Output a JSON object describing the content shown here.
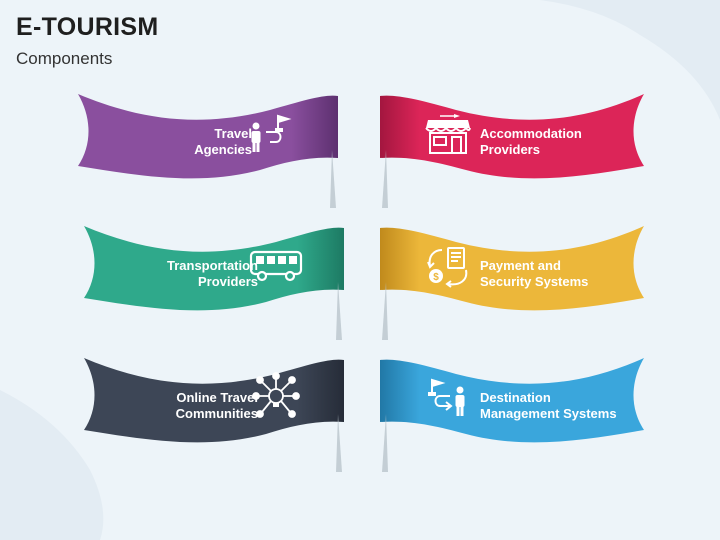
{
  "header": {
    "title": "E-TOURISM",
    "subtitle": "Components"
  },
  "ribbons": [
    {
      "label": "Travel\nAgencies",
      "color": "#8a4f9e",
      "icon": "person-to-flag-icon"
    },
    {
      "label": "Accommodation\nProviders",
      "color": "#dc2558",
      "icon": "storefront-icon"
    },
    {
      "label": "Transportation\nProviders",
      "color": "#2fa98b",
      "icon": "bus-icon"
    },
    {
      "label": "Payment and\nSecurity Systems",
      "color": "#ecb73a",
      "icon": "payment-cycle-icon"
    },
    {
      "label": "Online Travel\nCommunities",
      "color": "#3d4656",
      "icon": "network-bulb-icon"
    },
    {
      "label": "Destination\nManagement Systems",
      "color": "#3aa6dc",
      "icon": "flag-to-person-icon"
    }
  ]
}
